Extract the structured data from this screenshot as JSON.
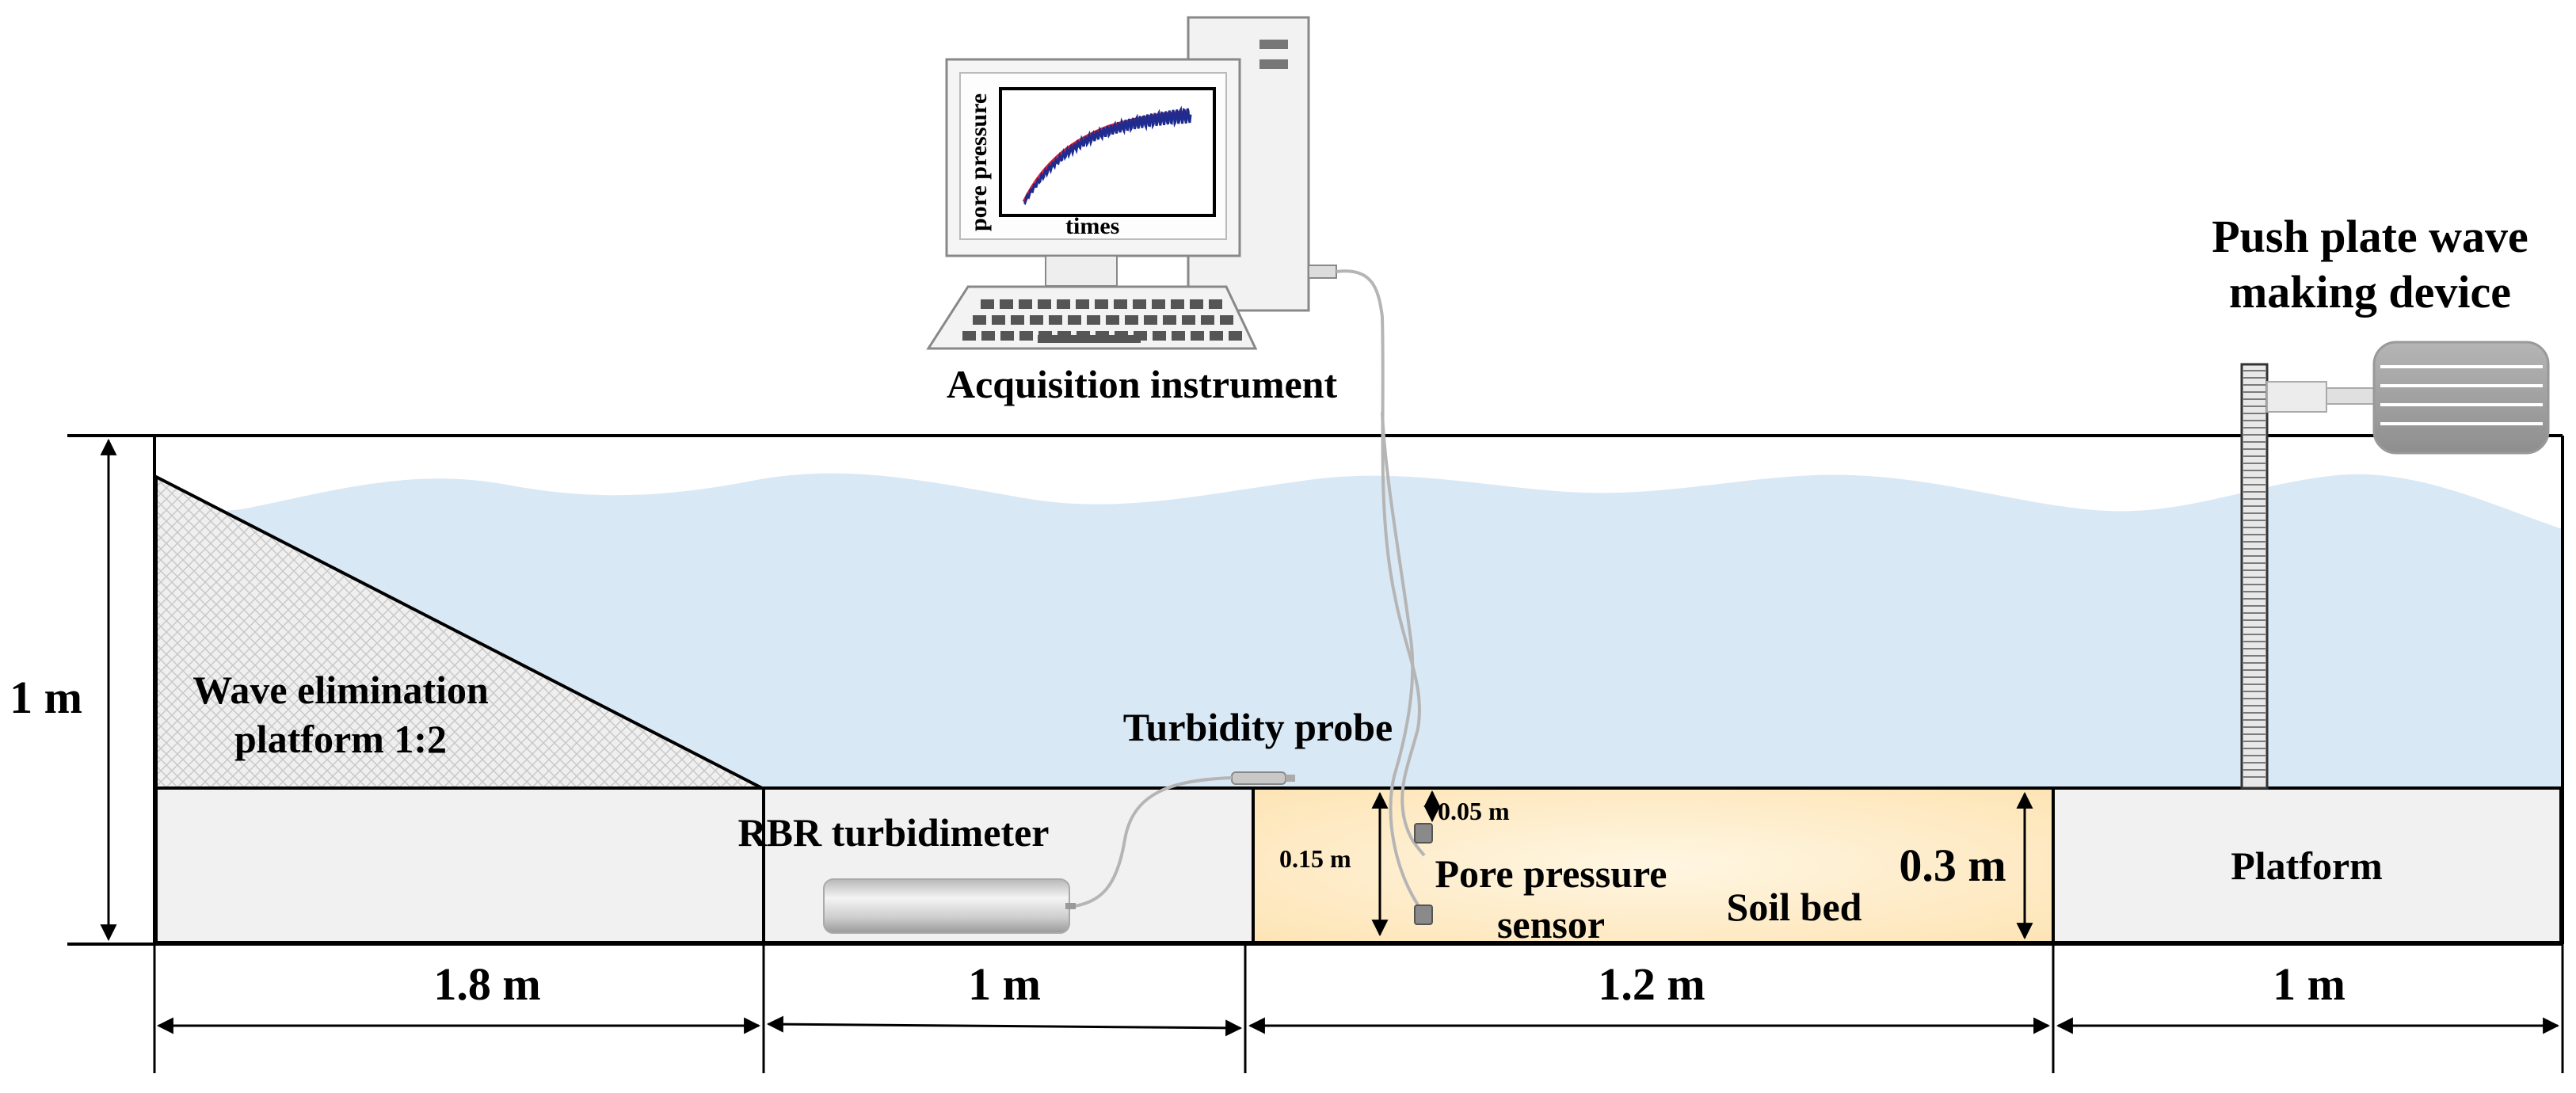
{
  "labels": {
    "acquisition": "Acquisition instrument",
    "pushplate_l1": "Push plate wave",
    "pushplate_l2": "making device",
    "wave_elim_l1": "Wave elimination",
    "wave_elim_l2": "platform 1:2",
    "turbidity_probe": "Turbidity probe",
    "rbr": "RBR turbidimeter",
    "pore_l1": "Pore pressure",
    "pore_l2": "sensor",
    "soil_bed": "Soil bed",
    "platform": "Platform",
    "screen_y": "pore pressure",
    "screen_x": "times"
  },
  "dimensions": {
    "height": "1 m",
    "d1": "1.8 m",
    "d2": "1 m",
    "d3": "1.2 m",
    "d4": "1  m",
    "soil_depth": "0.3 m",
    "sensor_top": "0.05 m",
    "sensor_low": "0.15 m"
  },
  "colors": {
    "water": "#d9e8f5",
    "soil": "#fde9c2",
    "platform": "#f1f1f1",
    "cable": "#b5b5b5",
    "curve_red": "#d0213a",
    "curve_blue": "#1f2b8e"
  }
}
